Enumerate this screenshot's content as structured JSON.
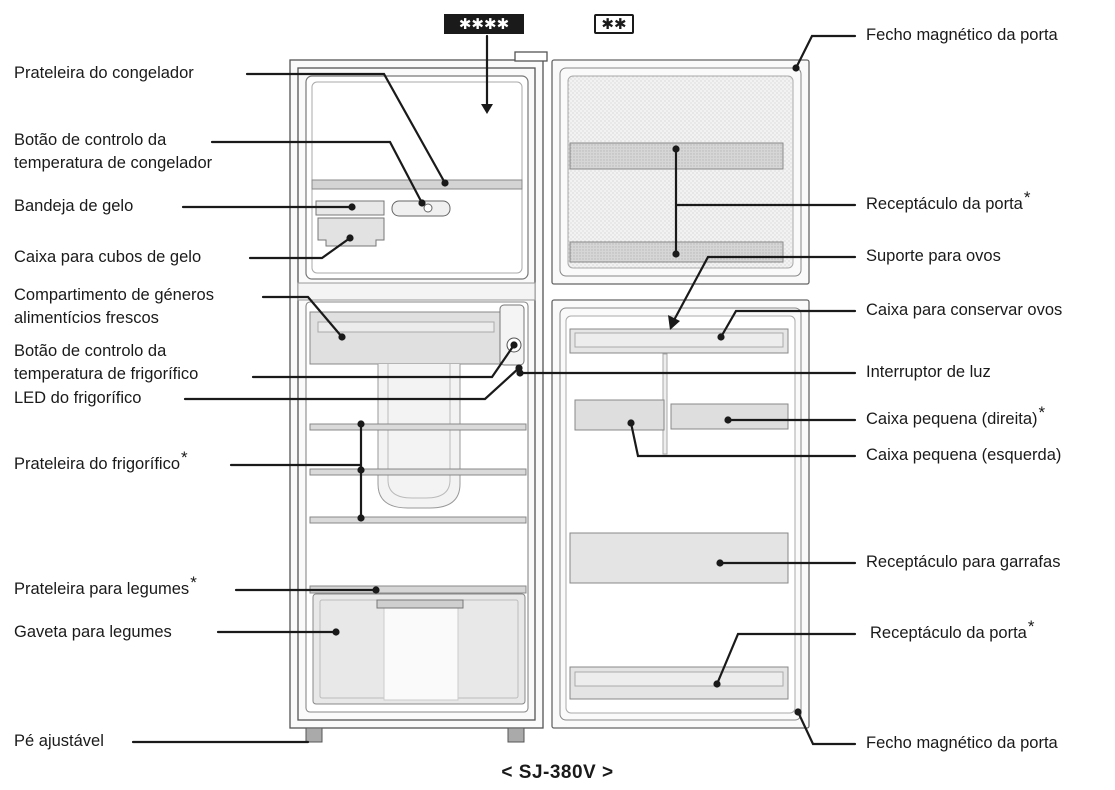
{
  "badges": {
    "freezer_rating": "✱✱✱✱",
    "door_rating": "✱✱"
  },
  "labels": {
    "prateleira_congelador": "Prateleira do congelador",
    "botao_congelador_l1": "Botão de controlo da",
    "botao_congelador_l2": "temperatura de congelador",
    "bandeja_gelo": "Bandeja de gelo",
    "caixa_cubos": "Caixa para cubos de gelo",
    "compartimento_l1": "Compartimento de géneros",
    "compartimento_l2": "alimentícios frescos",
    "botao_frigorifico_l1": "Botão de controlo da",
    "botao_frigorifico_l2": "temperatura de frigorífico",
    "led": "LED do frigorífico",
    "prateleira_frigorifico": "Prateleira do frigorífico",
    "prateleira_legumes": "Prateleira para legumes",
    "gaveta_legumes": "Gaveta para legumes",
    "pe_ajustavel": "Pé ajustável",
    "fecho_superior": "Fecho magnético da porta",
    "receptaculo_porta_superior": "Receptáculo da porta",
    "suporte_ovos": "Suporte para ovos",
    "caixa_ovos": "Caixa para conservar ovos",
    "interruptor_luz": "Interruptor de luz",
    "caixa_direita": "Caixa pequena (direita)",
    "caixa_esquerda": "Caixa pequena (esquerda)",
    "receptaculo_garrafas": "Receptáculo para garrafas",
    "receptaculo_porta_inferior": "Receptáculo da porta",
    "fecho_inferior": "Fecho magnético da porta"
  },
  "asterisk": "*",
  "model": "< SJ-380V >"
}
